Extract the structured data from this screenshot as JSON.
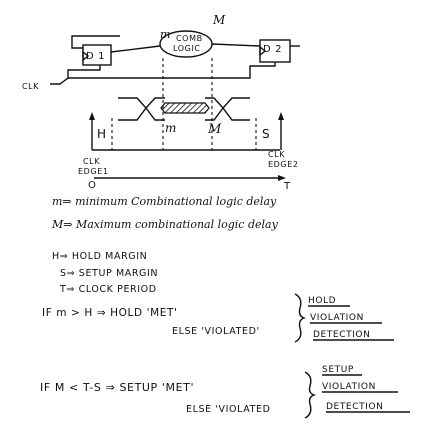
{
  "top_diagram": {
    "label_M_top": "M",
    "label_m_top": "m",
    "comb_logic": [
      "COMB",
      "LOGIC"
    ],
    "ff1": "D 1",
    "ff2": "D 2",
    "clk": "CLK"
  },
  "waveform": {
    "label_H": "H",
    "label_m": "m",
    "label_M": "M",
    "label_S": "S",
    "clk_edge1": [
      "CLK",
      "EDGE1"
    ],
    "clk_edge2": [
      "CLK",
      "EDGE2"
    ],
    "zero": "O",
    "T": "T"
  },
  "definitions": {
    "m_def": "m⇒ minimum Combinational logic delay",
    "M_def": "M⇒ Maximum combinational logic delay",
    "H_def": "H⇒ HOLD MARGIN",
    "S_def": "S⇒ SETUP MARGIN",
    "T_def": "T⇒ CLOCK PERIOD"
  },
  "hold_rule": {
    "if_line": "IF m > H ⇒ HOLD 'MET'",
    "else_line": "ELSE 'VIOLATED'",
    "bracket_text": [
      "HOLD",
      "VIOLATION",
      "DETECTION"
    ]
  },
  "setup_rule": {
    "if_line": "IF M < T-S ⇒ SETUP 'MET'",
    "else_line": "ELSE 'VIOLATED",
    "bracket_text": [
      "SETUP",
      "VIOLATION",
      "DETECTION"
    ]
  }
}
